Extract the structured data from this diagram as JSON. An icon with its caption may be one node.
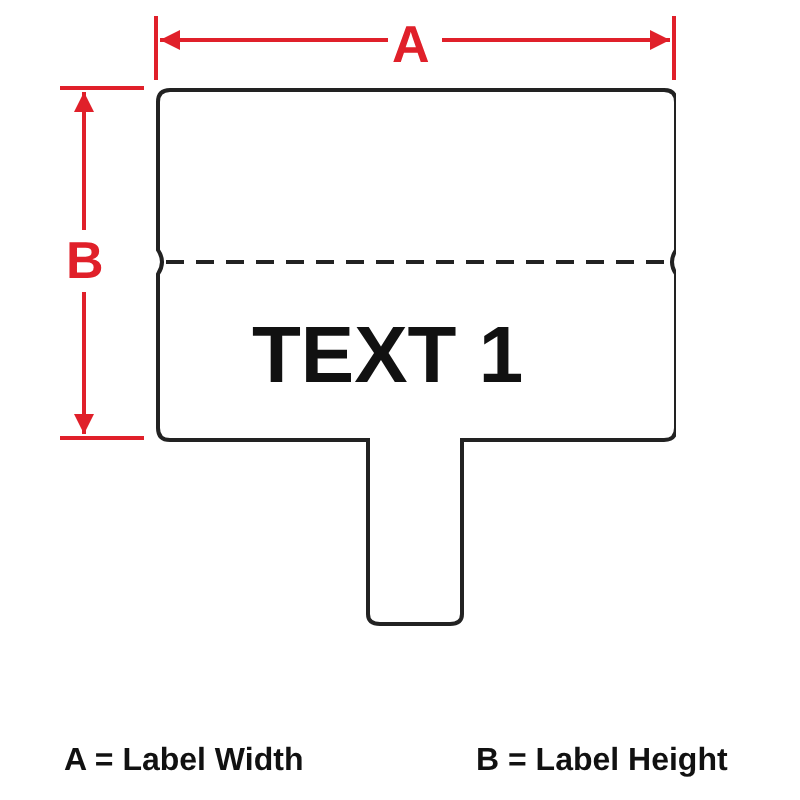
{
  "diagram": {
    "nodes": [
      {
        "text": [
          "TEXT 1"
        ]
      }
    ],
    "edges": [],
    "labels": [
      "A",
      "B",
      "A = Label Width",
      "B = Label Height"
    ]
  }
}
